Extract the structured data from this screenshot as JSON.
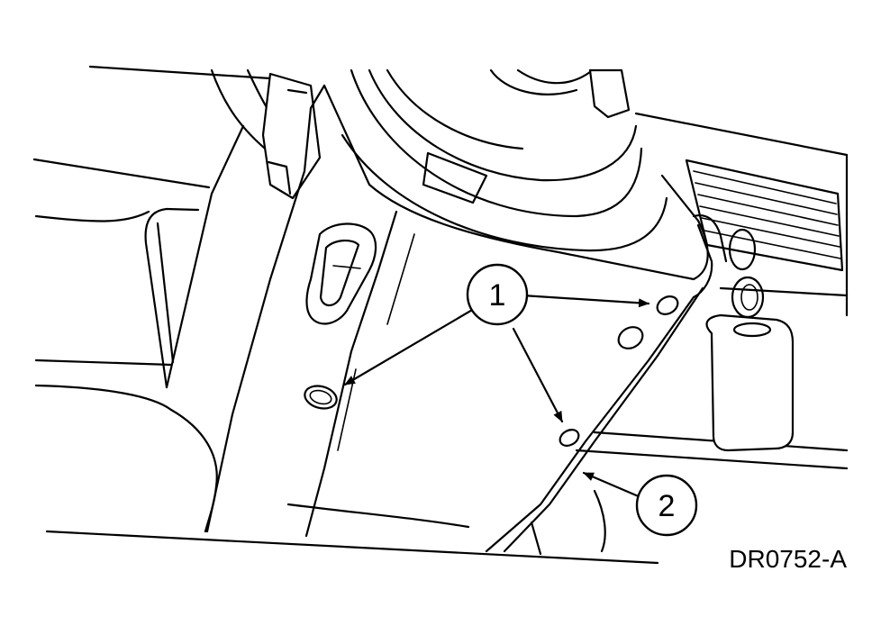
{
  "figure": {
    "code": "DR0752-A"
  },
  "callouts": [
    {
      "id": "callout-1",
      "label": "1",
      "meaning": "screw-holes"
    },
    {
      "id": "callout-2",
      "label": "2",
      "meaning": "shroud-seam"
    }
  ]
}
